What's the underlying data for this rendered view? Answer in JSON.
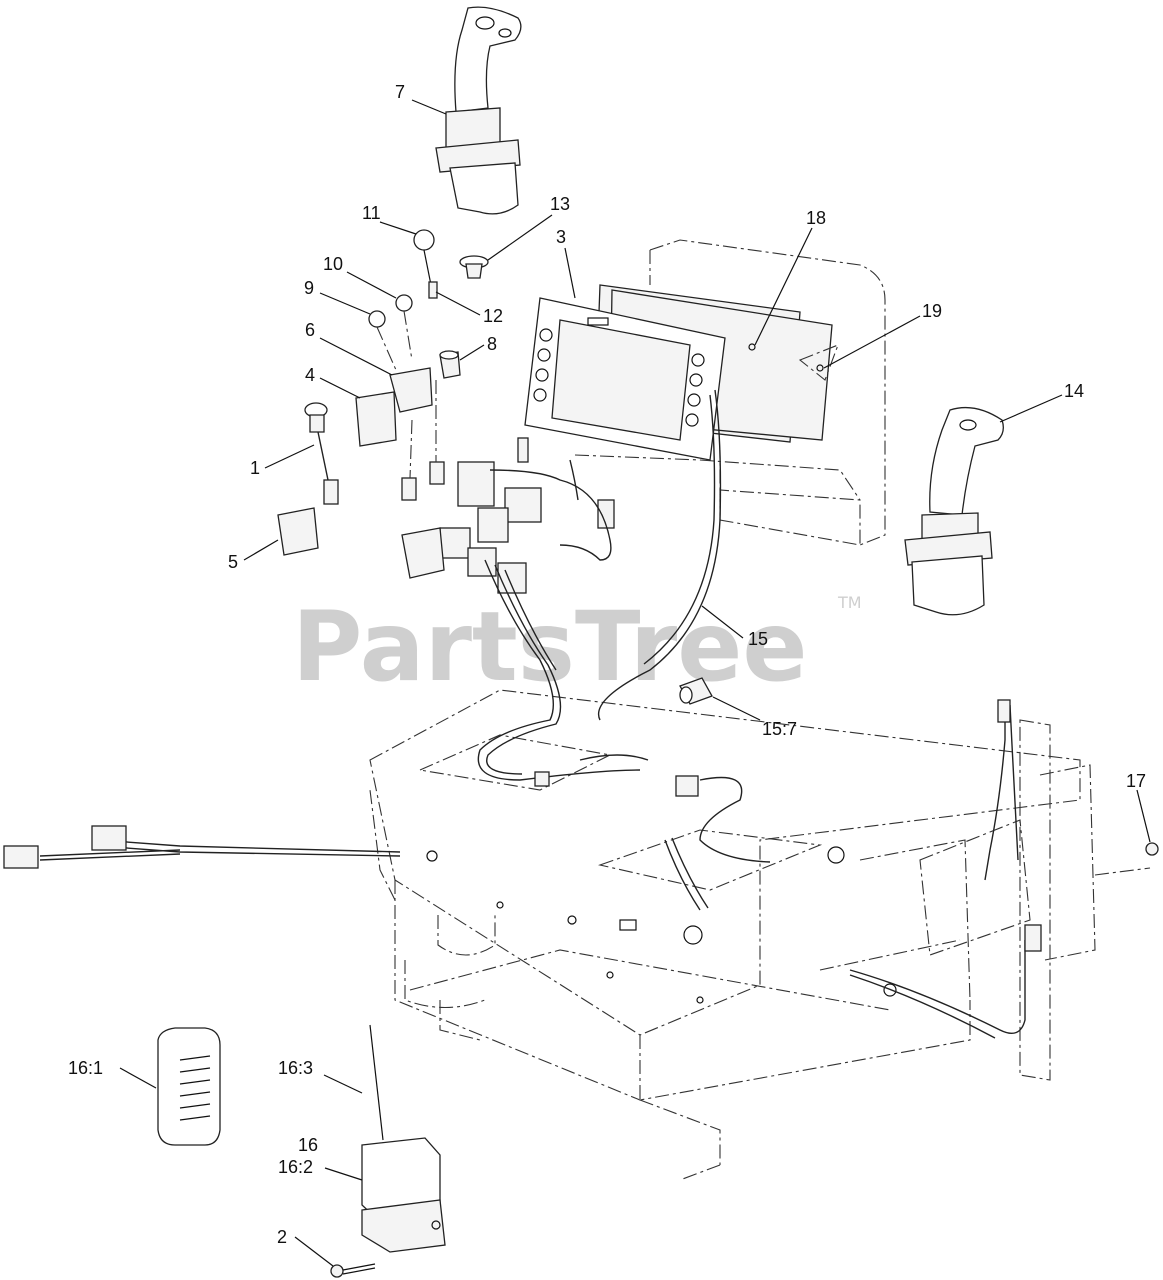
{
  "watermark": {
    "text": "PartsTree",
    "tm": "TM"
  },
  "callouts": [
    {
      "id": "1",
      "label": "1"
    },
    {
      "id": "2",
      "label": "2"
    },
    {
      "id": "3",
      "label": "3"
    },
    {
      "id": "4",
      "label": "4"
    },
    {
      "id": "5",
      "label": "5"
    },
    {
      "id": "6",
      "label": "6"
    },
    {
      "id": "7",
      "label": "7"
    },
    {
      "id": "8",
      "label": "8"
    },
    {
      "id": "9",
      "label": "9"
    },
    {
      "id": "10",
      "label": "10"
    },
    {
      "id": "11",
      "label": "11"
    },
    {
      "id": "12",
      "label": "12"
    },
    {
      "id": "13",
      "label": "13"
    },
    {
      "id": "14",
      "label": "14"
    },
    {
      "id": "15",
      "label": "15"
    },
    {
      "id": "15_7",
      "label": "15:7"
    },
    {
      "id": "16",
      "label": "16"
    },
    {
      "id": "16_1",
      "label": "16:1"
    },
    {
      "id": "16_2",
      "label": "16:2"
    },
    {
      "id": "16_3",
      "label": "16:3"
    },
    {
      "id": "17",
      "label": "17"
    },
    {
      "id": "18",
      "label": "18"
    },
    {
      "id": "19",
      "label": "19"
    }
  ]
}
